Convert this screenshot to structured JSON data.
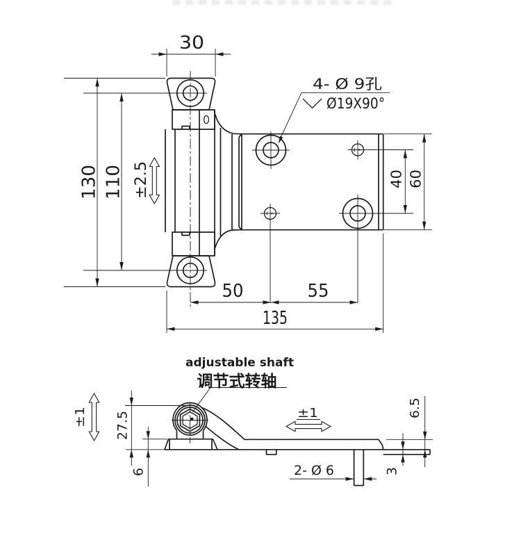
{
  "colors": {
    "line": "#1c1c1c",
    "background": "#ffffff"
  },
  "top_view": {
    "dims": {
      "knuckle_width": "30",
      "overall_height": "130",
      "hole_spacing_vertical": "110",
      "axial_play": "±2.5",
      "hole_callout_count": "4- Ø 9孔",
      "hole_callout_countersink": "Ø19X90°",
      "plate_hole_spacing": "40",
      "plate_height": "60",
      "axis_to_hole": "50",
      "hole_to_hole": "55",
      "overall_width": "135"
    }
  },
  "side_view": {
    "labels": {
      "shaft_en": "adjustable shaft",
      "shaft_zh": "调节式转轴"
    },
    "dims": {
      "vertical_play": "±1",
      "knuckle_height": "27.5",
      "base_thickness": "6",
      "horizontal_play": "±1",
      "end_step": "6.5",
      "end_thickness": "3",
      "pin_callout": "2- Ø 6"
    }
  }
}
